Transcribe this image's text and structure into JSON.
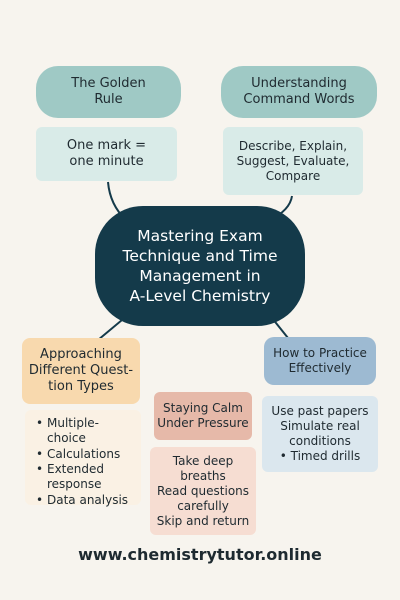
{
  "center": {
    "text": "Mastering Exam\nTechnique and Time\nManagement in\nA-Level Chemistry"
  },
  "golden_rule": {
    "title": "The Golden\nRule",
    "detail": "One mark =\none minute"
  },
  "command_words": {
    "title": "Understanding\nCommand Words",
    "detail": "Describe, Explain,\nSuggest, Evaluate,\nCompare"
  },
  "question_types": {
    "title": "Approaching\nDifferent Quest-\ntion Types",
    "items": [
      "Multiple-choice",
      "Calculations",
      "Extended\nresponse",
      "Data analysis"
    ]
  },
  "staying_calm": {
    "title": "Staying Calm\nUnder Pressure",
    "detail": "Take deep\nbreaths\nRead questions\ncarefully\nSkip and return"
  },
  "practice": {
    "title": "How to Practice\nEffectively",
    "detail": "Use past papers\nSimulate real\nconditions\n• Timed drills"
  },
  "footer": {
    "url": "www.chemistrytutor.online"
  },
  "colors": {
    "teal": "#9fc9c5",
    "teal_light": "#d9ebe8",
    "orange": "#f8d9ae",
    "orange_light": "#faf1e4",
    "rose": "#e6b9a9",
    "rose_light": "#f6ddd2",
    "blue": "#9dbad2",
    "blue_light": "#dbe7ee",
    "navy": "#143a4a"
  }
}
